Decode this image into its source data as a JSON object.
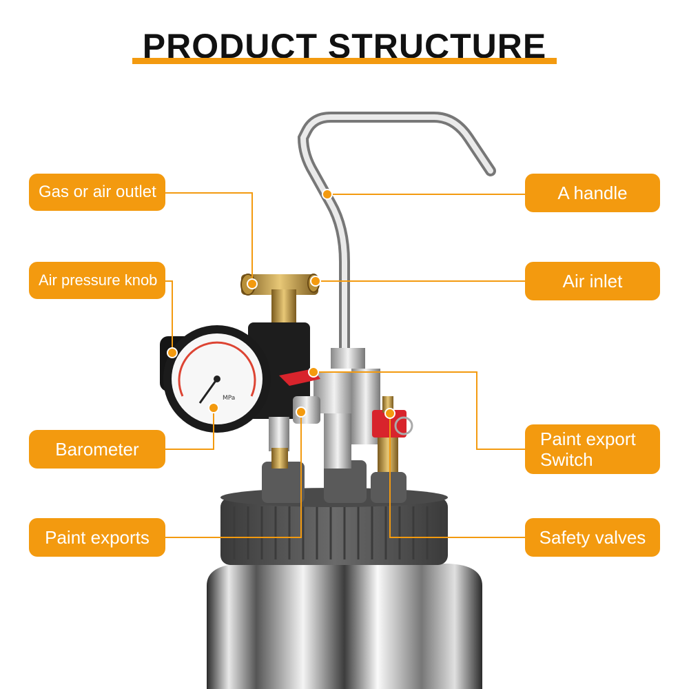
{
  "title": "PRODUCT STRUCTURE",
  "colors": {
    "accent": "#F39A0F",
    "title_text": "#111111",
    "label_text": "#FFFFFF",
    "lid": "#555555",
    "chrome": "#C8C8C8",
    "red_valve": "#D8242C",
    "brass": "#C8A04A"
  },
  "callouts": {
    "gas_outlet": "Gas or air outlet",
    "pressure_knob": "Air pressure knob",
    "barometer": "Barometer",
    "paint_exports": "Paint exports",
    "handle": "A handle",
    "air_inlet": "Air inlet",
    "paint_switch_line1": "Paint export",
    "paint_switch_line2": "Switch",
    "safety_valves": "Safety valves"
  },
  "gauge": {
    "unit": "MPa"
  }
}
